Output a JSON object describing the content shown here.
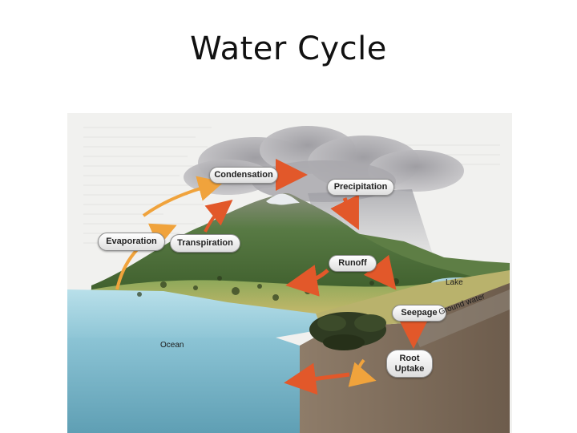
{
  "slide": {
    "title": "Water Cycle"
  },
  "diagram": {
    "labels": {
      "condensation": "Condensation",
      "precipitation": "Precipitation",
      "evaporation": "Evaporation",
      "transpiration": "Transpiration",
      "runoff": "Runoff",
      "seepage": "Seepage",
      "root_uptake_line1": "Root",
      "root_uptake_line2": "Uptake",
      "lake": "Lake",
      "ground_water": "Ground water",
      "ocean": "Ocean"
    },
    "colors": {
      "arrow": "#e2582a",
      "evaporation_arrow": "#f0a33c",
      "ocean": "#8fc6d6",
      "ground": "#7d6a58",
      "mountain": "#4e6e3a",
      "cloud": "#b9b8bb"
    }
  }
}
